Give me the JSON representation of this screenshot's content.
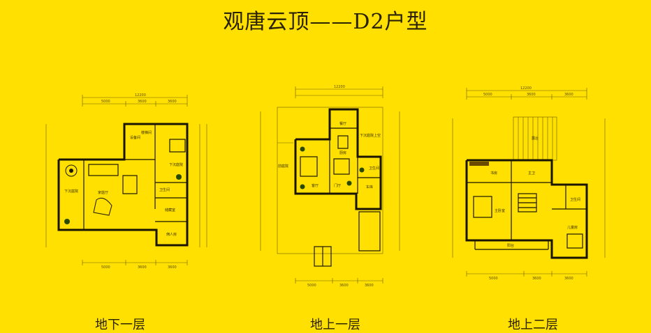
{
  "title": "观唐云顶——D2户型",
  "floors": [
    {
      "label": "地下一层",
      "rooms": [
        "下沉庭院",
        "家庭厅",
        "设备间",
        "下沉庭院",
        "卫生间",
        "佣人房",
        "储藏室",
        "楼梯间"
      ],
      "dims_top": [
        "12200",
        "5000",
        "3600",
        "3600"
      ],
      "dims_bottom": [
        "5000",
        "3600",
        "3600"
      ]
    },
    {
      "label": "地上一层",
      "rooms": [
        "餐厅",
        "厨房",
        "客厅",
        "卫生间",
        "车库",
        "门厅",
        "下沉庭院上空",
        "前庭院"
      ],
      "dims_top": [
        "12200"
      ],
      "dims_bottom": [
        "5000",
        "3600",
        "3600"
      ]
    },
    {
      "label": "地上二层",
      "rooms": [
        "露台",
        "书房",
        "主卫",
        "主卧室",
        "卫生间",
        "儿童房",
        "阳台"
      ],
      "dims_top": [
        "12200",
        "5000",
        "3600",
        "3600"
      ],
      "dims_bottom": [
        "5000",
        "3600",
        "3600"
      ]
    }
  ],
  "colors": {
    "background": "#ffe000",
    "walls": "#1a1500",
    "lines": "#6b5e00"
  }
}
